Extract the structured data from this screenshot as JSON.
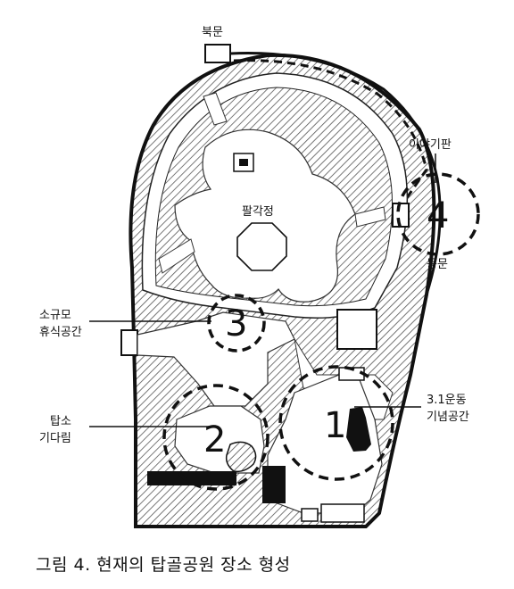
{
  "labels": {
    "north_gate": "북문",
    "story_board": "이야기판",
    "pavilion": "팔각정",
    "east_gate": "동문",
    "small_rest_line1": "소규모",
    "small_rest_line2": "휴식공간",
    "memorial_line1": "3.1운동",
    "memorial_line2": "기념공간",
    "pagoda_line1": "탑소",
    "pagoda_line2": "기다림"
  },
  "zones": {
    "one": "1",
    "two": "2",
    "three": "3",
    "four": "4"
  },
  "caption": "그림 4. 현재의 탑골공원 장소 형성"
}
